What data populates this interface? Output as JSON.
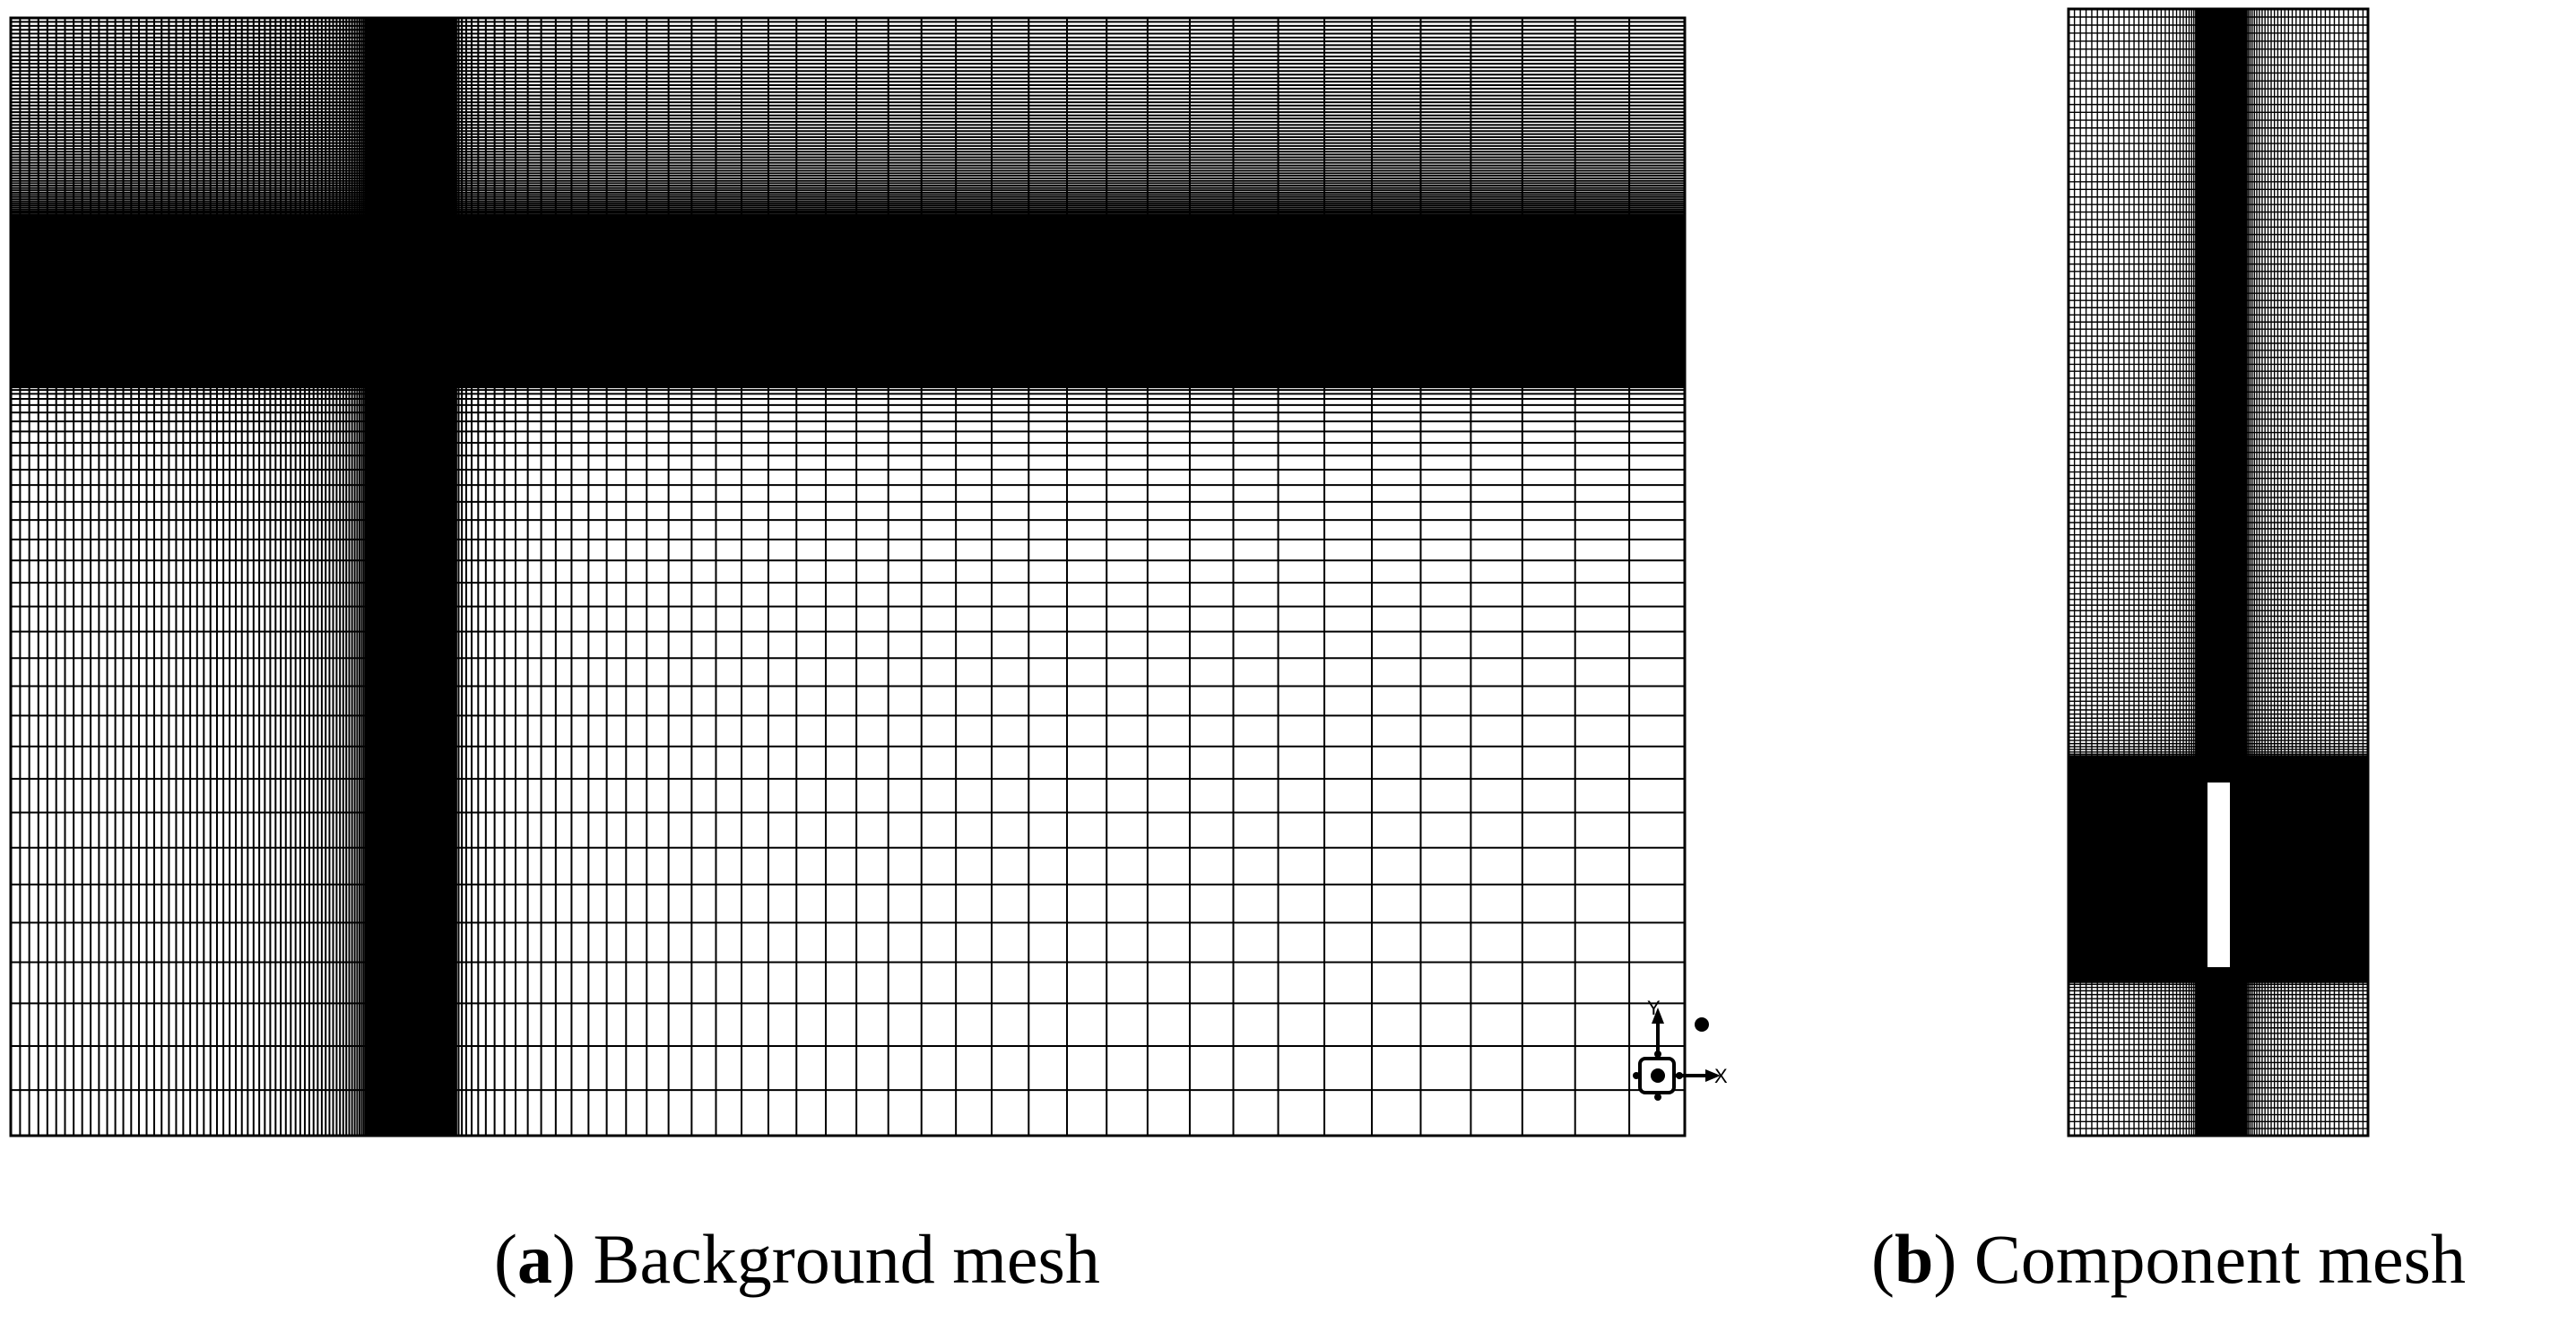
{
  "figure": {
    "panel_a": {
      "letter": "a",
      "caption_text": "Background mesh",
      "axis_triad": {
        "y_label": "Y",
        "x_label": "X"
      }
    },
    "panel_b": {
      "letter": "b",
      "caption_text": "Component mesh"
    },
    "colors": {
      "line": "#000000",
      "background": "#ffffff"
    }
  }
}
